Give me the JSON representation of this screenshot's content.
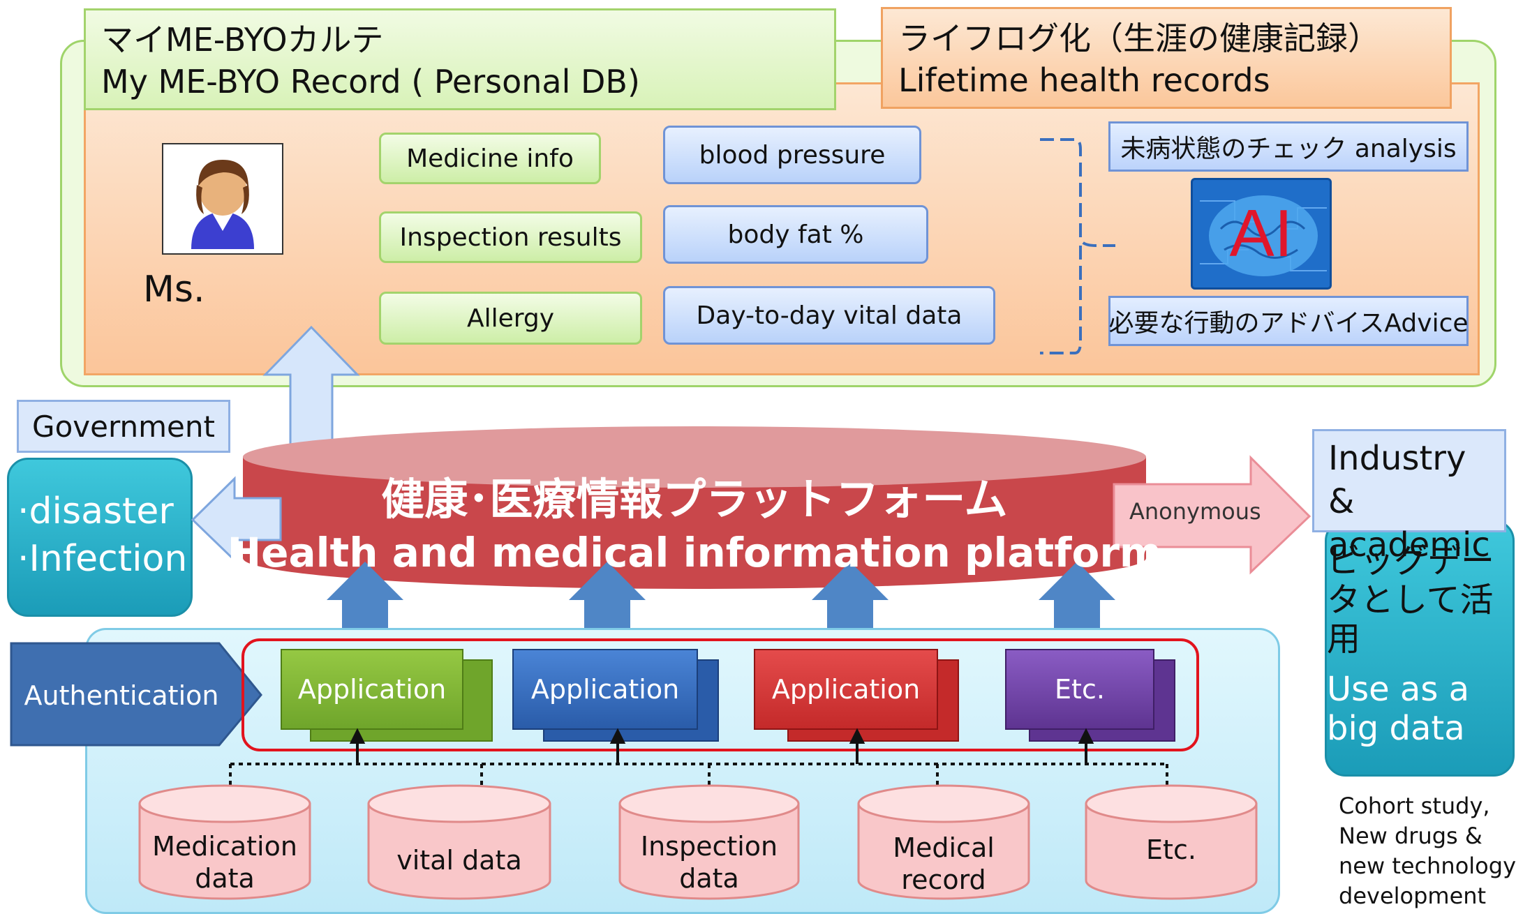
{
  "header": {
    "left_line1": "マイME-BYOカルテ",
    "left_line2": "My ME-BYO Record ( Personal DB)",
    "right_line1": "ライフログ化（生涯の健康記録）",
    "right_line2": "Lifetime health records"
  },
  "person": {
    "label": "Ms."
  },
  "records_left": [
    "Medicine info",
    "Inspection results",
    "Allergy"
  ],
  "records_right": [
    "blood pressure",
    "body fat %",
    "Day-to-day vital data"
  ],
  "ai": {
    "analysis_label": "未病状態のチェック analysis",
    "chip_text": "AI",
    "advice_label": "必要な行動のアドバイスAdvice"
  },
  "government": {
    "label": "Government",
    "line1": "·disaster",
    "line2": "·Infection"
  },
  "platform": {
    "title_jp": "健康･医療情報プラットフォーム",
    "title_en": "Health and medical information platform",
    "anonymous_label": "Anonymous"
  },
  "industry": {
    "label": "Industry & academic",
    "jp": "ビッグデータとして活用",
    "en": "Use as a big data",
    "cohort_lines": [
      "Cohort study,",
      "New drugs &",
      "new technology",
      "development"
    ]
  },
  "authentication_label": "Authentication",
  "applications": [
    "Application",
    "Application",
    "Application",
    "Etc."
  ],
  "data_sources": [
    {
      "line1": "Medication",
      "line2": "data"
    },
    {
      "line1": "vital data",
      "line2": ""
    },
    {
      "line1": "Inspection",
      "line2": "data"
    },
    {
      "line1": "Medical",
      "line2": "record"
    },
    {
      "line1": "Etc.",
      "line2": ""
    }
  ],
  "colors": {
    "platform_red": "#c9474b",
    "arrow_blue": "#4f86c6",
    "teal": "#1fa6c0",
    "app_green": "#7bb62c",
    "app_blue": "#2f67bd",
    "app_red": "#cc2a2a",
    "app_purple": "#6f3fa3",
    "outline_red": "#e2131d"
  }
}
